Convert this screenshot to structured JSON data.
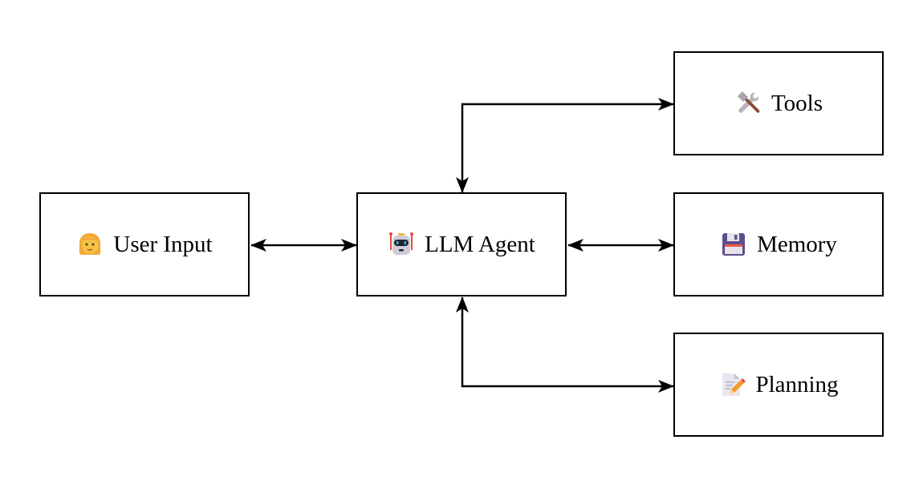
{
  "diagram": {
    "type": "flowchart",
    "nodes": [
      {
        "id": "user_input",
        "label": "User Input",
        "icon": "woman-face-icon"
      },
      {
        "id": "llm_agent",
        "label": "LLM Agent",
        "icon": "robot-icon"
      },
      {
        "id": "tools",
        "label": "Tools",
        "icon": "hammer-and-wrench-icon"
      },
      {
        "id": "memory",
        "label": "Memory",
        "icon": "floppy-disk-icon"
      },
      {
        "id": "planning",
        "label": "Planning",
        "icon": "memo-pencil-icon"
      }
    ],
    "edges": [
      {
        "from": "user_input",
        "to": "llm_agent",
        "direction": "bidirectional"
      },
      {
        "from": "llm_agent",
        "to": "tools",
        "direction": "bidirectional"
      },
      {
        "from": "llm_agent",
        "to": "memory",
        "direction": "bidirectional"
      },
      {
        "from": "llm_agent",
        "to": "planning",
        "direction": "bidirectional"
      }
    ],
    "colors": {
      "stroke": "#000000",
      "background": "#ffffff",
      "text": "#000000"
    }
  }
}
